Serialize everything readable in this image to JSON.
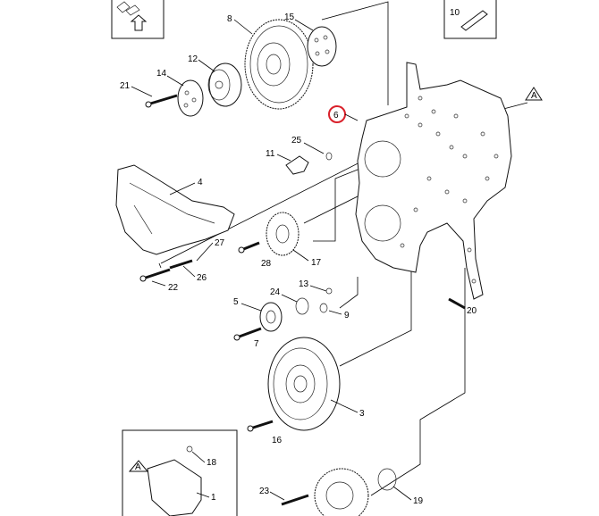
{
  "diagram": {
    "callouts": [
      "1",
      "3",
      "4",
      "5",
      "6",
      "7",
      "8",
      "9",
      "10",
      "11",
      "12",
      "13",
      "14",
      "15",
      "16",
      "17",
      "18",
      "19",
      "20",
      "21",
      "22",
      "23",
      "24",
      "25",
      "26",
      "27",
      "28"
    ],
    "section_marker": "A",
    "highlight_color": "#d9202a",
    "highlighted_callout": "6"
  }
}
